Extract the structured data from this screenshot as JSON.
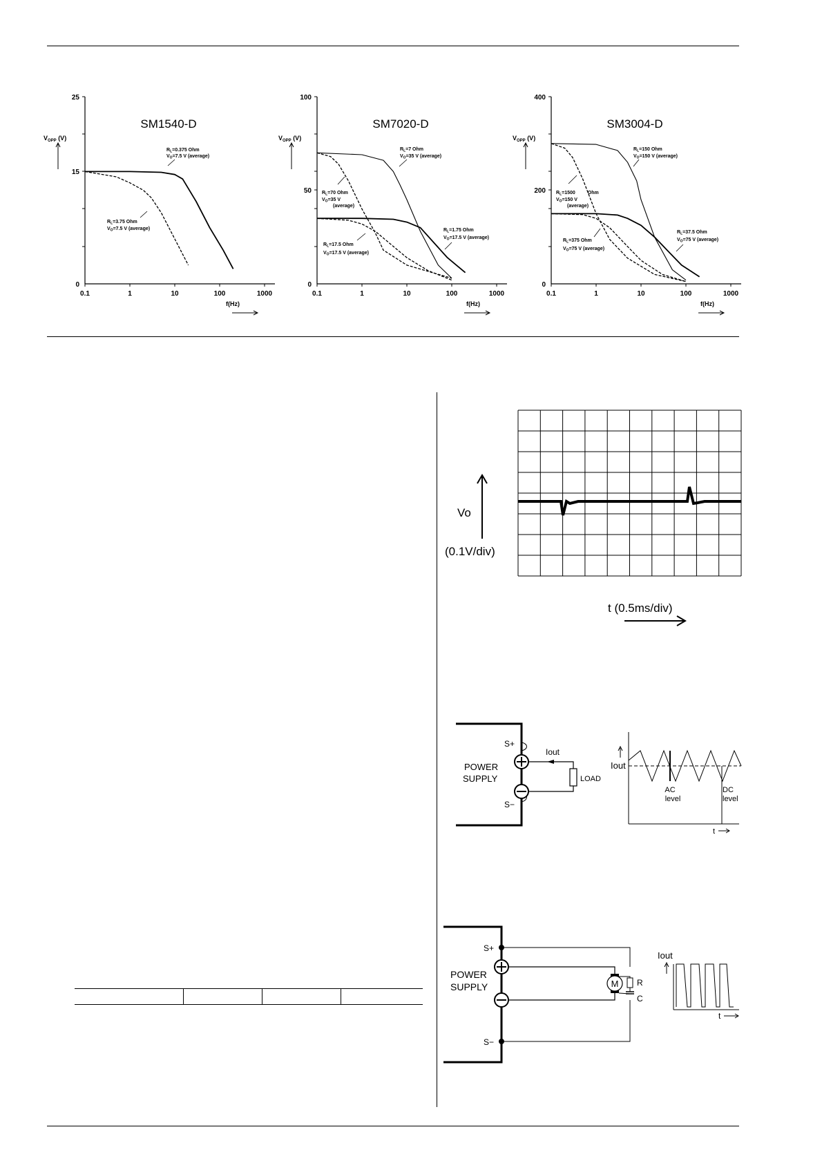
{
  "charts": [
    {
      "title": "SM1540-D",
      "y_ticks": [
        "25",
        "15",
        "0"
      ],
      "x_ticks": [
        "0.1",
        "1",
        "10",
        "100",
        "1000"
      ],
      "ylabel_main": "V",
      "ylabel_sub": "OPP",
      "ylabel_unit": " (V)",
      "xlabel": "f(Hz)",
      "annotations": [
        {
          "l1": "R",
          "l1sub": "L",
          "l1rest": "=0.375 Ohm",
          "l2": "V",
          "l2sub": "O",
          "l2rest": "=7.5 V (average)"
        },
        {
          "l1": "R",
          "l1sub": "L",
          "l1rest": "=3.75 Ohm",
          "l2": "V",
          "l2sub": "O",
          "l2rest": "=7.5 V (average)"
        }
      ]
    },
    {
      "title": "SM7020-D",
      "y_ticks": [
        "100",
        "50",
        "0"
      ],
      "x_ticks": [
        "0.1",
        "1",
        "10",
        "100",
        "1000"
      ],
      "ylabel_main": "V",
      "ylabel_sub": "OPP",
      "ylabel_unit": " (V)",
      "xlabel": "f(Hz)",
      "annotations": [
        {
          "l1": "R",
          "l1sub": "L",
          "l1rest": "=7 Ohm",
          "l2": "V",
          "l2sub": "O",
          "l2rest": "=35 V (average)"
        },
        {
          "l1": "R",
          "l1sub": "L",
          "l1rest": "=70 Ohm",
          "l2": "V",
          "l2sub": "O",
          "l2rest": "=35 V",
          "l3": "(average)"
        },
        {
          "l1": "R",
          "l1sub": "L",
          "l1rest": "=1.75 Ohm",
          "l2": "V",
          "l2sub": "O",
          "l2rest": "=17.5 V (average)"
        },
        {
          "l1": "R",
          "l1sub": "L",
          "l1rest": "=17.5 Ohm",
          "l2": "V",
          "l2sub": "O",
          "l2rest": "=17.5 V (average)"
        }
      ]
    },
    {
      "title": "SM3004-D",
      "y_ticks": [
        "400",
        "200",
        "0"
      ],
      "x_ticks": [
        "0.1",
        "1",
        "10",
        "100",
        "1000"
      ],
      "ylabel_main": "V",
      "ylabel_sub": "OPP",
      "ylabel_unit": " (V)",
      "xlabel": "f(Hz)",
      "annotations": [
        {
          "l1": "R",
          "l1sub": "L",
          "l1rest": "=150 Ohm",
          "l2": "V",
          "l2sub": "O",
          "l2rest": "=150 V (average)"
        },
        {
          "l1": "R",
          "l1sub": "L",
          "l1rest": "=1500",
          "l1b": "Ohm",
          "l2": "V",
          "l2sub": "O",
          "l2rest": "=150 V",
          "l3": "(average)"
        },
        {
          "l1": "R",
          "l1sub": "L",
          "l1rest": "=37.5 Ohm",
          "l2": "V",
          "l2sub": "O",
          "l2rest": "=75 V (average)"
        },
        {
          "l1": "R",
          "l1sub": "L",
          "l1rest": "=375 Ohm",
          "l2": "V",
          "l2sub": "O",
          "l2rest": "=75 V (average)"
        }
      ]
    }
  ],
  "chart_data": [
    {
      "type": "line",
      "title": "SM1540-D",
      "x_scale": "log",
      "xlim": [
        0.1,
        1000
      ],
      "ylim": [
        0,
        25
      ],
      "ylabel": "VOPP (V)",
      "xlabel": "f(Hz)",
      "series": [
        {
          "name": "RL=0.375 Ohm VO=7.5 V (average)",
          "style": "solid",
          "x": [
            0.1,
            1,
            5,
            10,
            15,
            30,
            60,
            120,
            200
          ],
          "y": [
            15,
            15,
            14.9,
            14.6,
            14.0,
            11.0,
            7.5,
            4.5,
            2.0
          ]
        },
        {
          "name": "RL=3.75 Ohm VO=7.5 V (average)",
          "style": "dashed",
          "x": [
            0.1,
            0.5,
            1,
            2,
            3,
            5,
            10,
            20
          ],
          "y": [
            15,
            14.3,
            13.5,
            12.5,
            11.5,
            9.5,
            6.0,
            2.5
          ]
        }
      ]
    },
    {
      "type": "line",
      "title": "SM7020-D",
      "x_scale": "log",
      "xlim": [
        0.1,
        1000
      ],
      "ylim": [
        0,
        100
      ],
      "ylabel": "VOPP (V)",
      "xlabel": "f(Hz)",
      "series": [
        {
          "name": "RL=7 Ohm VO=35 V (average)",
          "style": "solid",
          "x": [
            0.1,
            1,
            3,
            5,
            7,
            10,
            20,
            50,
            100
          ],
          "y": [
            70,
            69,
            66,
            60,
            53,
            45,
            28,
            10,
            3
          ]
        },
        {
          "name": "RL=70 Ohm VO=35 V (average)",
          "style": "dashed",
          "x": [
            0.1,
            0.2,
            0.3,
            0.5,
            1,
            2,
            3,
            10,
            100
          ],
          "y": [
            70,
            68,
            64,
            55,
            40,
            27,
            18,
            10,
            3
          ]
        },
        {
          "name": "RL=1.75 Ohm VO=17.5 V (average)",
          "style": "solid-bold",
          "x": [
            0.1,
            1,
            5,
            10,
            20,
            40,
            80,
            200
          ],
          "y": [
            35,
            35,
            34.5,
            33,
            30,
            22,
            14,
            6
          ]
        },
        {
          "name": "RL=17.5 Ohm VO=17.5 V (average)",
          "style": "dashed",
          "x": [
            0.1,
            0.5,
            1,
            2,
            5,
            10,
            30,
            100
          ],
          "y": [
            35,
            34,
            32,
            28,
            20,
            14,
            7,
            2
          ]
        }
      ]
    },
    {
      "type": "line",
      "title": "SM3004-D",
      "x_scale": "log",
      "xlim": [
        0.1,
        1000
      ],
      "ylim": [
        0,
        400
      ],
      "ylabel": "VOPP (V)",
      "xlabel": "f(Hz)",
      "series": [
        {
          "name": "RL=150 Ohm VO=150 V (average)",
          "style": "solid",
          "x": [
            0.1,
            1,
            3,
            5,
            8,
            10,
            20,
            50,
            100
          ],
          "y": [
            300,
            298,
            285,
            260,
            220,
            180,
            100,
            30,
            8
          ]
        },
        {
          "name": "RL=1500 Ohm VO=150 V (average)",
          "style": "dashed",
          "x": [
            0.1,
            0.2,
            0.3,
            0.5,
            1,
            2,
            5,
            20,
            100
          ],
          "y": [
            300,
            290,
            270,
            225,
            150,
            95,
            55,
            20,
            5
          ]
        },
        {
          "name": "RL=37.5 Ohm VO=75 V (average)",
          "style": "solid-bold",
          "x": [
            0.1,
            1,
            3,
            5,
            10,
            20,
            40,
            80,
            200
          ],
          "y": [
            150,
            150,
            147,
            140,
            125,
            100,
            70,
            40,
            15
          ]
        },
        {
          "name": "RL=375 Ohm VO=75 V (average)",
          "style": "dashed",
          "x": [
            0.1,
            0.5,
            1,
            2,
            5,
            10,
            30,
            100
          ],
          "y": [
            150,
            148,
            140,
            120,
            80,
            50,
            20,
            5
          ]
        }
      ]
    }
  ],
  "scope": {
    "ylabel": "Vo",
    "ylabel_scale": "(0.1V/div)",
    "xlabel": "t (0.5ms/div)"
  },
  "circuit1": {
    "s_plus": "S+",
    "s_minus": "S−",
    "ps_line1": "POWER",
    "ps_line2": "SUPPLY",
    "iout": "Iout",
    "load": "LOAD",
    "wave_iout": "Iout",
    "ac_line1": "AC",
    "ac_line2": "level",
    "dc_line1": "DC",
    "dc_line2": "level",
    "t": "t"
  },
  "circuit2": {
    "s_plus": "S+",
    "s_minus": "S−",
    "ps_line1": "POWER",
    "ps_line2": "SUPPLY",
    "motor": "M",
    "r": "R",
    "c": "C",
    "wave_iout": "Iout",
    "t": "t"
  }
}
